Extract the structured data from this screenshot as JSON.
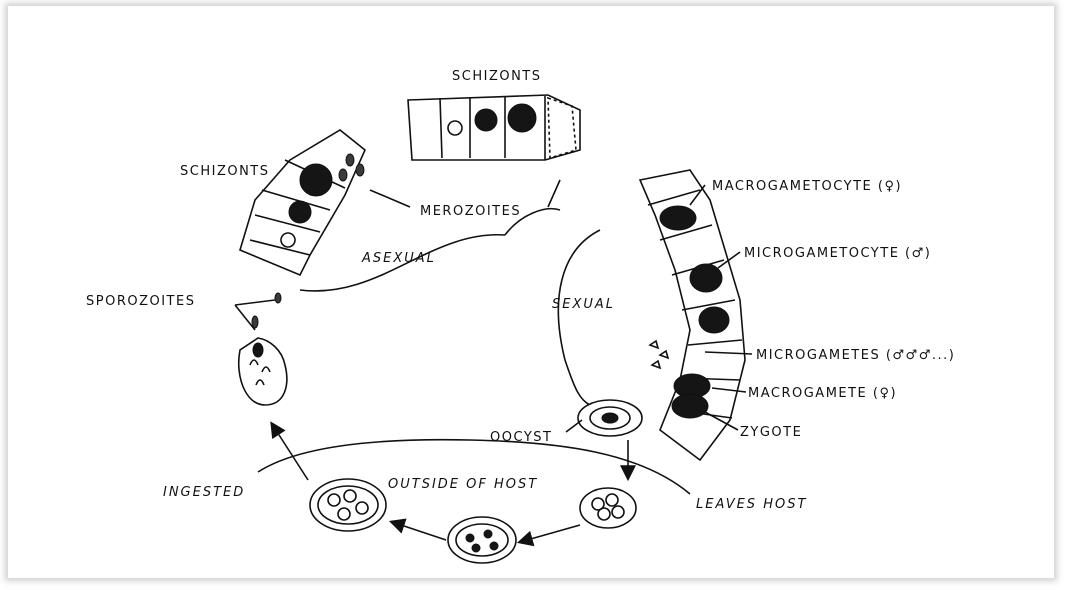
{
  "labels": {
    "schizonts_top": "SCHIZONTS",
    "schizonts_left": "SCHIZONTS",
    "merozoites": "MEROZOITES",
    "sporozoites": "SPOROZOITES",
    "asexual": "ASEXUAL",
    "sexual": "SEXUAL",
    "macrogametocyte": "MACROGAMETOCYTE (♀)",
    "microgametocyte": "MICROGAMETOCYTE (♂)",
    "microgametes": "MICROGAMETES (♂♂♂...)",
    "macrogamete": "MACROGAMETE (♀)",
    "zygote": "ZYGOTE",
    "oocyst": "OOCYST",
    "outside_of_host": "OUTSIDE OF HOST",
    "leaves_host": "LEAVES HOST",
    "ingested": "INGESTED"
  }
}
